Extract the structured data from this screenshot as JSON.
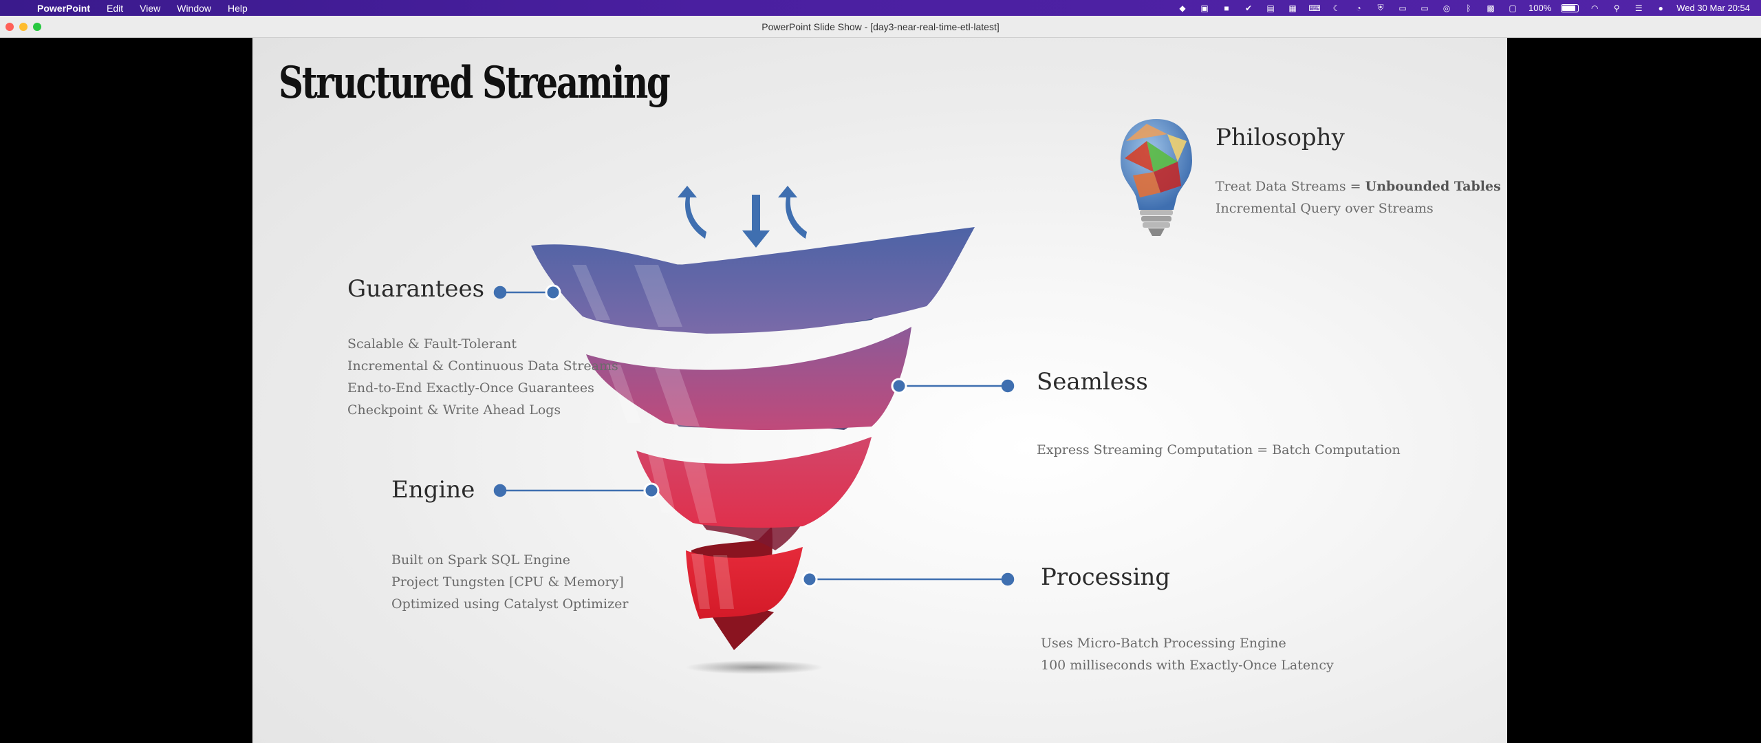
{
  "menubar": {
    "app_name": "PowerPoint",
    "items": [
      "Edit",
      "View",
      "Window",
      "Help"
    ],
    "battery": "100%",
    "datetime": "Wed 30 Mar  20:54"
  },
  "window": {
    "title": "PowerPoint Slide Show - [day3-near-real-time-etl-latest]"
  },
  "slide": {
    "title": "Structured Streaming",
    "philosophy": {
      "heading": "Philosophy",
      "line1_prefix": "Treat Data Streams = ",
      "line1_bold": "Unbounded Tables",
      "line2": "Incremental Query over Streams"
    },
    "guarantees": {
      "heading": "Guarantees",
      "bullets": [
        "Scalable & Fault-Tolerant",
        "Incremental & Continuous Data Streams",
        "End-to-End Exactly-Once Guarantees",
        "Checkpoint & Write Ahead Logs"
      ]
    },
    "seamless": {
      "heading": "Seamless",
      "bullets": [
        "Express Streaming Computation = Batch Computation"
      ]
    },
    "engine": {
      "heading": "Engine",
      "bullets": [
        "Built on Spark SQL Engine",
        "Project Tungsten [CPU & Memory]",
        "Optimized using Catalyst Optimizer"
      ]
    },
    "processing": {
      "heading": "Processing",
      "bullets": [
        "Uses Micro-Batch Processing Engine",
        "100 milliseconds with Exactly-Once Latency"
      ]
    }
  },
  "colors": {
    "accent_blue": "#3f6fb0",
    "funnel_top": "#5a6fb0",
    "funnel_mid": "#c04a7a",
    "funnel_bottom": "#e02030"
  }
}
